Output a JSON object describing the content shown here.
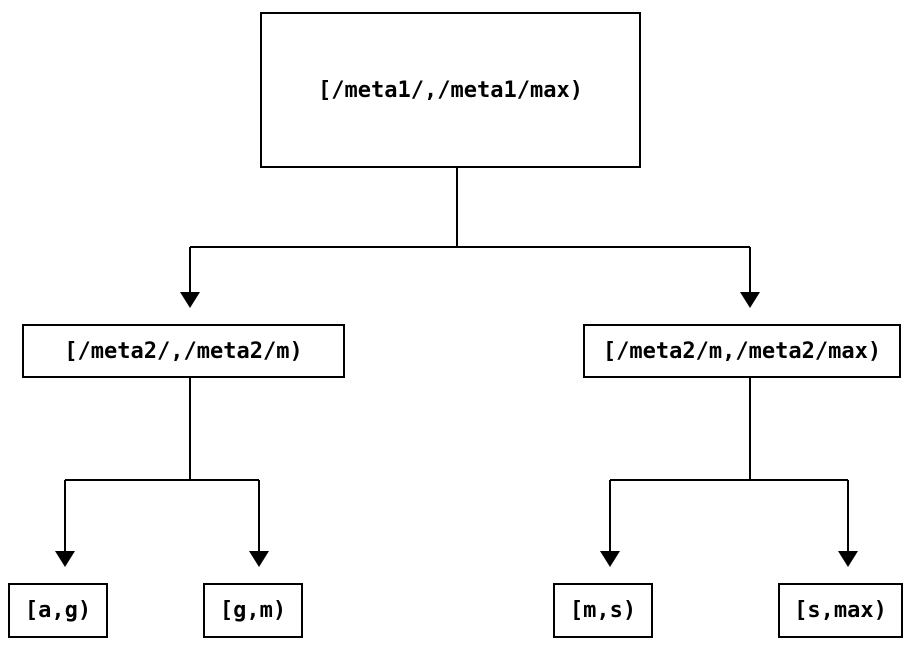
{
  "diagram": {
    "type": "tree",
    "description": "binary partition tree of key ranges",
    "nodes": {
      "root": {
        "label": "[/meta1/,/meta1/max)"
      },
      "meta2_low": {
        "label": "[/meta2/,/meta2/m)"
      },
      "meta2_high": {
        "label": "[/meta2/m,/meta2/max)"
      },
      "leaf_ag": {
        "label": "[a,g)"
      },
      "leaf_gm": {
        "label": "[g,m)"
      },
      "leaf_ms": {
        "label": "[m,s)"
      },
      "leaf_smax": {
        "label": "[s,max)"
      }
    },
    "edges": [
      {
        "from": "root",
        "to": "meta2_low"
      },
      {
        "from": "root",
        "to": "meta2_high"
      },
      {
        "from": "meta2_low",
        "to": "leaf_ag"
      },
      {
        "from": "meta2_low",
        "to": "leaf_gm"
      },
      {
        "from": "meta2_high",
        "to": "leaf_ms"
      },
      {
        "from": "meta2_high",
        "to": "leaf_smax"
      }
    ],
    "colors": {
      "background": "#ffffff",
      "line": "#000000",
      "box_border": "#000000",
      "text": "#000000"
    }
  }
}
